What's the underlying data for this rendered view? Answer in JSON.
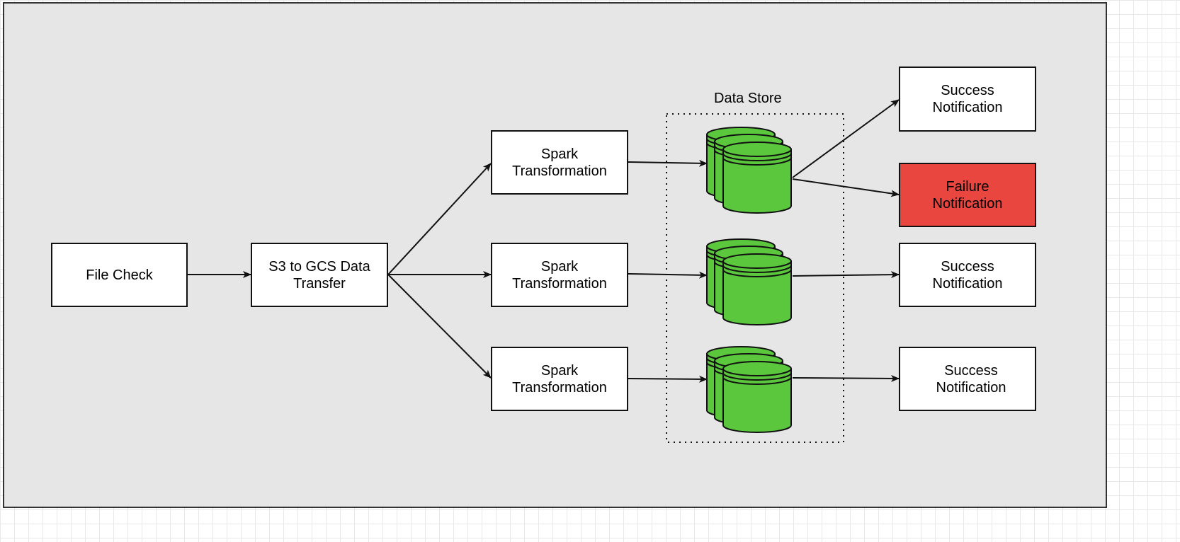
{
  "diagram": {
    "store_group_label": "Data Store",
    "nodes": {
      "file_check": "File Check",
      "transfer": "S3 to GCS Data Transfer",
      "spark_1": "Spark Transformation",
      "spark_2": "Spark Transformation",
      "spark_3": "Spark Transformation",
      "success_1": "Success Notification",
      "failure_1": "Failure Notification",
      "success_2": "Success Notification",
      "success_3": "Success Notification"
    },
    "edges": [
      {
        "from": "File Check",
        "to": "S3 to GCS Data Transfer"
      },
      {
        "from": "S3 to GCS Data Transfer",
        "to": "Spark Transformation (1)"
      },
      {
        "from": "S3 to GCS Data Transfer",
        "to": "Spark Transformation (2)"
      },
      {
        "from": "S3 to GCS Data Transfer",
        "to": "Spark Transformation (3)"
      },
      {
        "from": "Spark Transformation (1)",
        "to": "Data Store (1)"
      },
      {
        "from": "Spark Transformation (2)",
        "to": "Data Store (2)"
      },
      {
        "from": "Spark Transformation (3)",
        "to": "Data Store (3)"
      },
      {
        "from": "Data Store (1)",
        "to": "Success Notification (1)"
      },
      {
        "from": "Data Store (1)",
        "to": "Failure Notification"
      },
      {
        "from": "Data Store (2)",
        "to": "Success Notification (2)"
      },
      {
        "from": "Data Store (3)",
        "to": "Success Notification (3)"
      }
    ],
    "colors": {
      "panel": "#e6e6e6",
      "database": "#5ac73d",
      "failure": "#e94640",
      "stroke": "#111111"
    }
  }
}
